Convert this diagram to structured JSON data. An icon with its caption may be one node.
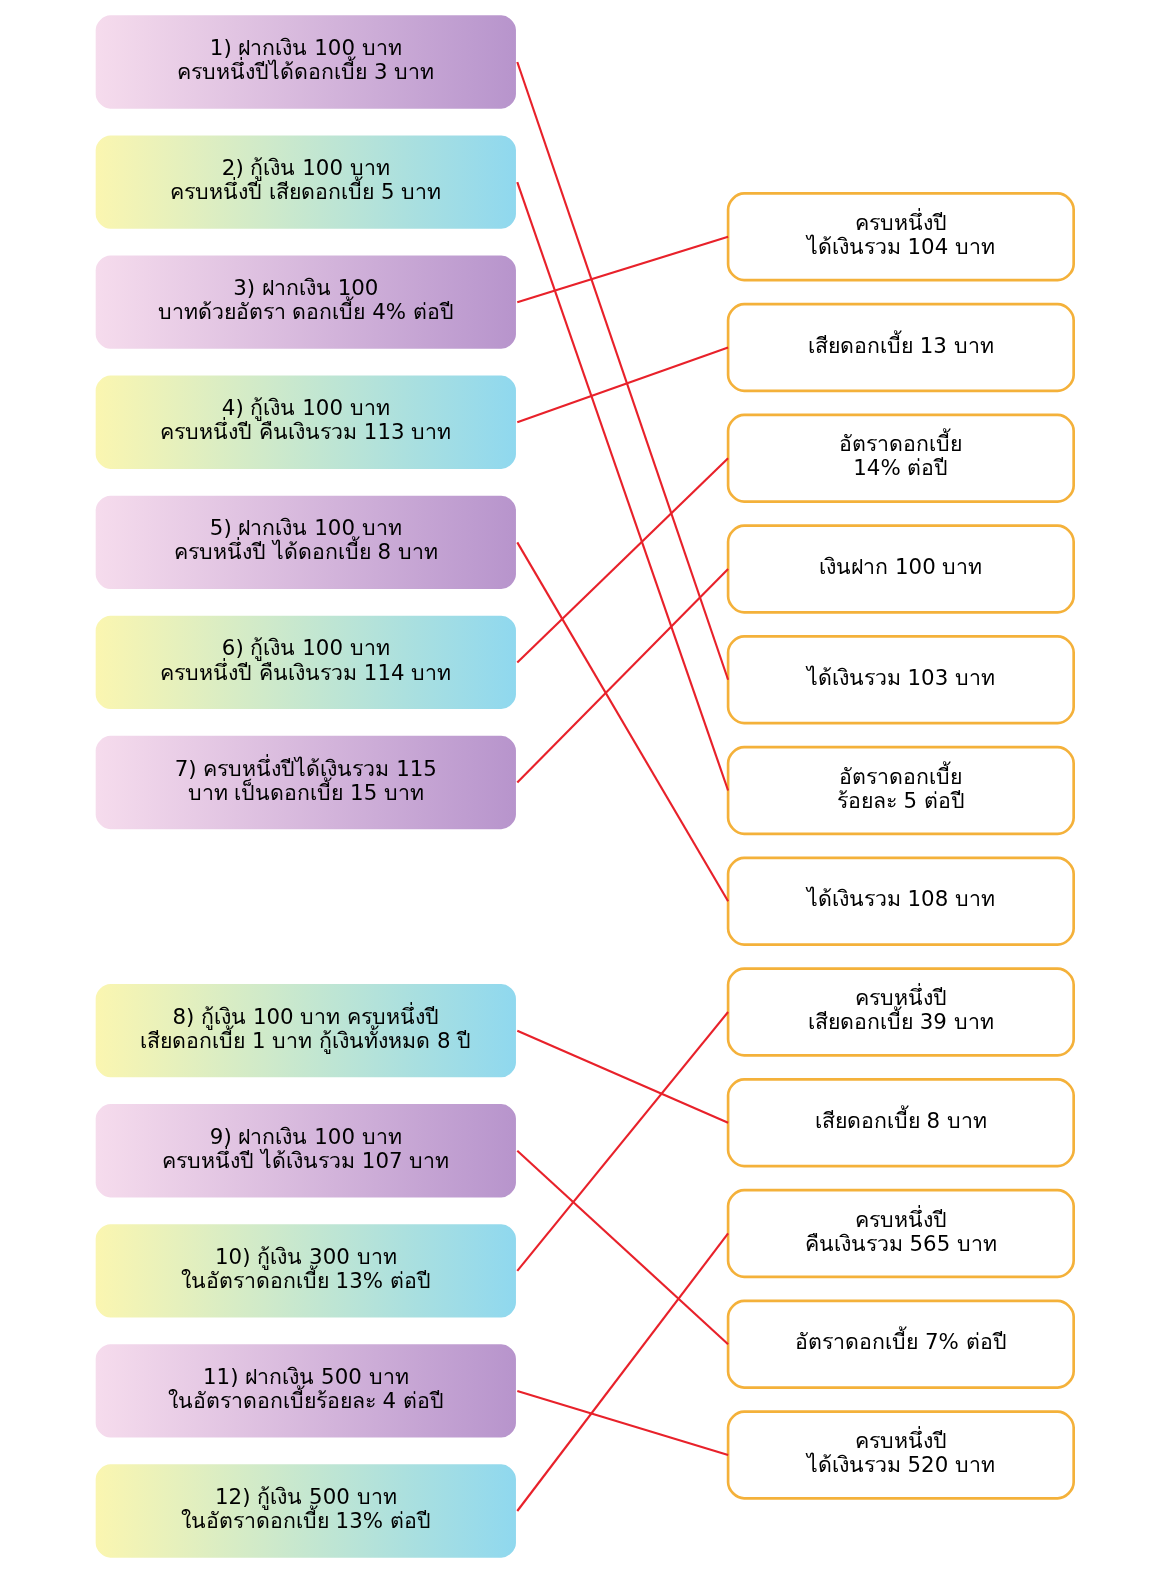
{
  "diagram": {
    "nodes": [
      {
        "text": [
          "1) ฝากเงิน 100 บาท ครบหนึ่งปีได้ดอกเบี้ย 3 บาท"
        ]
      },
      {
        "text": [
          "2) กู้เงิน 100 บาท ครบหนึ่งปี เสียดอกเบี้ย 5 บาท"
        ]
      },
      {
        "text": [
          "3) ฝากเงิน 100 บาทด้วยอัตรา ดอกเบี้ย 4% ต่อปี"
        ]
      },
      {
        "text": [
          "4) กู้เงิน 100 บาท ครบหนึ่งปี คืนเงินรวม 113 บาท"
        ]
      },
      {
        "text": [
          "5) ฝากเงิน 100 บาท ครบหนึ่งปี ได้ดอกเบี้ย 8 บาท"
        ]
      },
      {
        "text": [
          "6) กู้เงิน 100 บาท ครบหนึ่งปี คืนเงินรวม 114 บาท"
        ]
      },
      {
        "text": [
          "7) ครบหนึ่งปีได้เงินรวม 115 บาท เป็นดอกเบี้ย 15 บาท"
        ]
      },
      {
        "text": [
          "8) กู้เงิน 100 บาท ครบหนึ่งปี เสียดอกเบี้ย 1 บาท กู้เงินทั้งหมด 8 ปี"
        ]
      },
      {
        "text": [
          "9) ฝากเงิน 100 บาท ครบหนึ่งปี ได้เงินรวม 107 บาท"
        ]
      },
      {
        "text": [
          "10) กู้เงิน 300 บาท ในอัตราดอกเบี้ย 13% ต่อปี"
        ]
      },
      {
        "text": [
          "11) ฝากเงิน 500 บาท ในอัตราดอกเบี้ยร้อยละ 4 ต่อปี"
        ]
      },
      {
        "text": [
          "12) กู้เงิน 500 บาท ในอัตราดอกเบี้ย 13% ต่อปี"
        ]
      },
      {
        "text": [
          "ครบหนึ่งปี ได้เงินรวม 104 บาท"
        ]
      },
      {
        "text": [
          "เสียดอกเบี้ย 13 บาท"
        ]
      },
      {
        "text": [
          "อัตราดอกเบี้ย 14% ต่อปี"
        ]
      },
      {
        "text": [
          "เงินฝาก 100 บาท"
        ]
      },
      {
        "text": [
          "ได้เงินรวม 103 บาท"
        ]
      },
      {
        "text": [
          "อัตราดอกเบี้ย ร้อยละ 5 ต่อปี"
        ]
      },
      {
        "text": [
          "ได้เงินรวม 108 บาท"
        ]
      },
      {
        "text": [
          "ครบหนึ่งปี เสียดอกเบี้ย 39 บาท"
        ]
      },
      {
        "text": [
          "เสียดอกเบี้ย 8 บาท"
        ]
      },
      {
        "text": [
          "ครบหนึ่งปี คืนเงินรวม 565 บาท"
        ]
      },
      {
        "text": [
          "อัตราดอกเบี้ย 7% ต่อปี"
        ]
      },
      {
        "text": [
          "ครบหนึ่งปี ได้เงินรวม 520 บาท"
        ]
      }
    ],
    "edges": [
      {
        "from": 0,
        "to": 16,
        "arrow": "none"
      },
      {
        "from": 1,
        "to": 17,
        "arrow": "none"
      },
      {
        "from": 2,
        "to": 12,
        "arrow": "none"
      },
      {
        "from": 3,
        "to": 13,
        "arrow": "none"
      },
      {
        "from": 4,
        "to": 18,
        "arrow": "none"
      },
      {
        "from": 5,
        "to": 14,
        "arrow": "none"
      },
      {
        "from": 6,
        "to": 15,
        "arrow": "none"
      },
      {
        "from": 7,
        "to": 20,
        "arrow": "none"
      },
      {
        "from": 8,
        "to": 22,
        "arrow": "none"
      },
      {
        "from": 9,
        "to": 19,
        "arrow": "none"
      },
      {
        "from": 10,
        "to": 23,
        "arrow": "none"
      },
      {
        "from": 11,
        "to": 21,
        "arrow": "none"
      }
    ]
  }
}
